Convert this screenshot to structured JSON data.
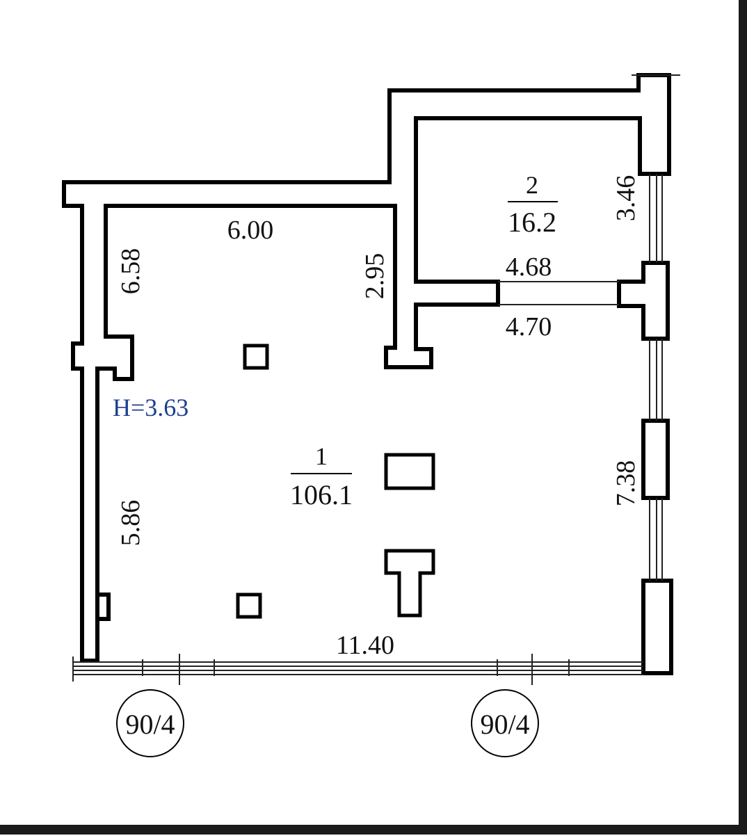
{
  "plan": {
    "ceiling_height": "H=3.63",
    "rooms": [
      {
        "number": "1",
        "area": "106.1"
      },
      {
        "number": "2",
        "area": "16.2"
      }
    ],
    "dimensions": {
      "top_room1": "6.00",
      "left_upper": "6.58",
      "left_lower": "5.86",
      "inner_wall": "2.95",
      "room2_side": "3.46",
      "room2_bottom": "4.68",
      "corridor": "4.70",
      "right_wall": "7.38",
      "bottom_wall": "11.40"
    },
    "axis_markers": [
      {
        "label": "90/4"
      },
      {
        "label": "90/4"
      }
    ]
  },
  "colors": {
    "lines": "#000000",
    "height_label": "#1d3f8f",
    "edge": "#1b1b1b"
  }
}
